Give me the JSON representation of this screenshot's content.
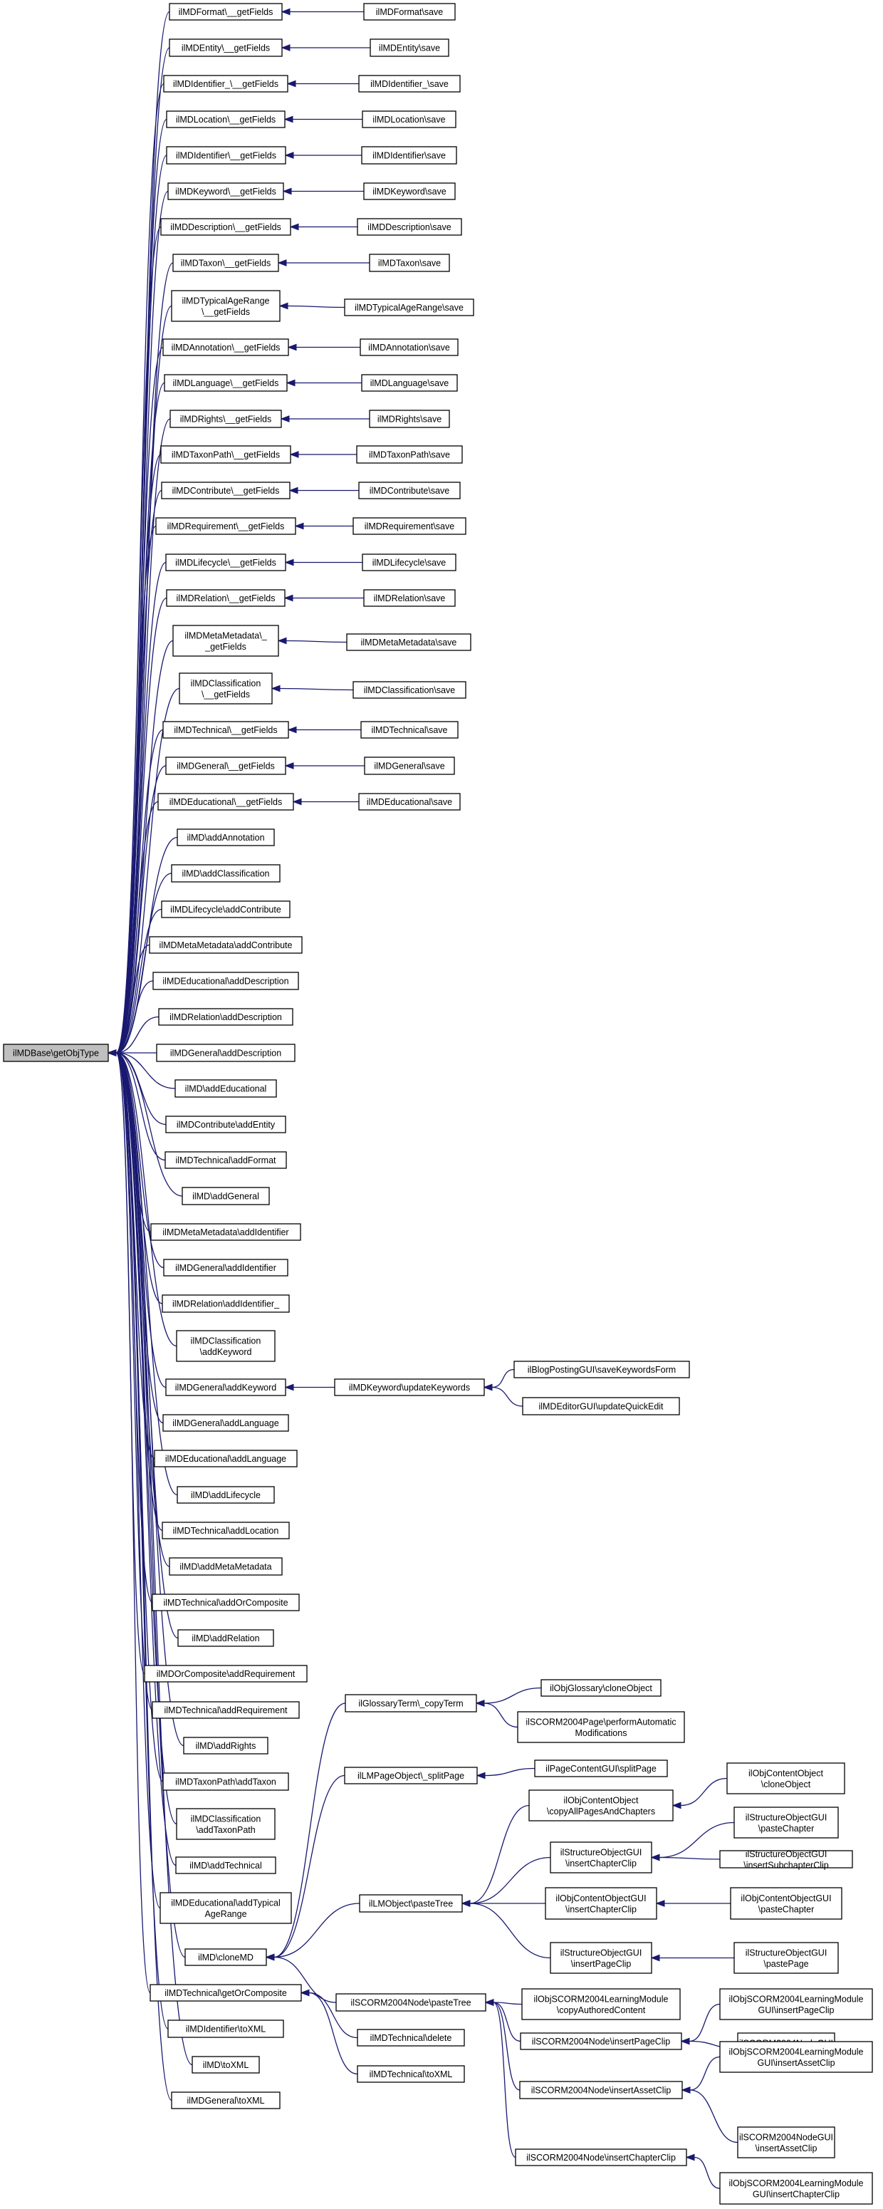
{
  "diagram": {
    "root": "base",
    "nodes": {
      "base": "ilMDBase\\getObjType",
      "fmt_gf": "ilMDFormat\\__getFields",
      "fmt_sv": "ilMDFormat\\save",
      "ent_gf": "ilMDEntity\\__getFields",
      "ent_sv": "ilMDEntity\\save",
      "idu_gf": "ilMDIdentifier_\\__getFields",
      "idu_sv": "ilMDIdentifier_\\save",
      "loc_gf": "ilMDLocation\\__getFields",
      "loc_sv": "ilMDLocation\\save",
      "idf_gf": "ilMDIdentifier\\__getFields",
      "idf_sv": "ilMDIdentifier\\save",
      "kw_gf": "ilMDKeyword\\__getFields",
      "kw_sv": "ilMDKeyword\\save",
      "desc_gf": "ilMDDescription\\__getFields",
      "desc_sv": "ilMDDescription\\save",
      "tax_gf": "ilMDTaxon\\__getFields",
      "tax_sv": "ilMDTaxon\\save",
      "tar_gf": [
        "ilMDTypicalAgeRange",
        "\\__getFields"
      ],
      "tar_sv": "ilMDTypicalAgeRange\\save",
      "ann_gf": "ilMDAnnotation\\__getFields",
      "ann_sv": "ilMDAnnotation\\save",
      "lang_gf": "ilMDLanguage\\__getFields",
      "lang_sv": "ilMDLanguage\\save",
      "rig_gf": "ilMDRights\\__getFields",
      "rig_sv": "ilMDRights\\save",
      "tp_gf": "ilMDTaxonPath\\__getFields",
      "tp_sv": "ilMDTaxonPath\\save",
      "con_gf": "ilMDContribute\\__getFields",
      "con_sv": "ilMDContribute\\save",
      "req_gf": "ilMDRequirement\\__getFields",
      "req_sv": "ilMDRequirement\\save",
      "lc_gf": "ilMDLifecycle\\__getFields",
      "lc_sv": "ilMDLifecycle\\save",
      "rel_gf": "ilMDRelation\\__getFields",
      "rel_sv": "ilMDRelation\\save",
      "mm_gf": [
        "ilMDMetaMetadata\\_",
        "_getFields"
      ],
      "mm_sv": "ilMDMetaMetadata\\save",
      "cls_gf": [
        "ilMDClassification",
        "\\__getFields"
      ],
      "cls_sv": "ilMDClassification\\save",
      "tech_gf": "ilMDTechnical\\__getFields",
      "tech_sv": "ilMDTechnical\\save",
      "gen_gf": "ilMDGeneral\\__getFields",
      "gen_sv": "ilMDGeneral\\save",
      "edu_gf": "ilMDEducational\\__getFields",
      "edu_sv": "ilMDEducational\\save",
      "md_addAnn": "ilMD\\addAnnotation",
      "md_addCls": "ilMD\\addClassification",
      "lc_addCon": "ilMDLifecycle\\addContribute",
      "mm_addCon": "ilMDMetaMetadata\\addContribute",
      "edu_addDesc": "ilMDEducational\\addDescription",
      "rel_addDesc": "ilMDRelation\\addDescription",
      "gen_addDesc": "ilMDGeneral\\addDescription",
      "md_addEdu": "ilMD\\addEducational",
      "con_addEnt": "ilMDContribute\\addEntity",
      "tech_addFmt": "ilMDTechnical\\addFormat",
      "md_addGen": "ilMD\\addGeneral",
      "mm_addIdf": "ilMDMetaMetadata\\addIdentifier",
      "gen_addIdf": "ilMDGeneral\\addIdentifier",
      "rel_addIdu": "ilMDRelation\\addIdentifier_",
      "cls_addKw": [
        "ilMDClassification",
        "\\addKeyword"
      ],
      "gen_addKw": "ilMDGeneral\\addKeyword",
      "kw_upd": "ilMDKeyword\\updateKeywords",
      "blog_save": "ilBlogPostingGUI\\saveKeywordsForm",
      "editor_upd": "ilMDEditorGUI\\updateQuickEdit",
      "gen_addLang": "ilMDGeneral\\addLanguage",
      "edu_addLang": "ilMDEducational\\addLanguage",
      "md_addLc": "ilMD\\addLifecycle",
      "tech_addLoc": "ilMDTechnical\\addLocation",
      "md_addMm": "ilMD\\addMetaMetadata",
      "tech_addOrC": "ilMDTechnical\\addOrComposite",
      "md_addRel": "ilMD\\addRelation",
      "orc_addReq": "ilMDOrComposite\\addRequirement",
      "tech_addReq": "ilMDTechnical\\addRequirement",
      "md_addRig": "ilMD\\addRights",
      "tp_addTax": "ilMDTaxonPath\\addTaxon",
      "cls_addTp": [
        "ilMDClassification",
        "\\addTaxonPath"
      ],
      "md_addTech": "ilMD\\addTechnical",
      "edu_addTar": [
        "ilMDEducational\\addTypical",
        "AgeRange"
      ],
      "md_clone": "ilMD\\cloneMD",
      "tech_getOrC": "ilMDTechnical\\getOrComposite",
      "idf_toXML": "ilMDIdentifier\\toXML",
      "md_toXML": "ilMD\\toXML",
      "gen_toXML": "ilMDGeneral\\toXML",
      "gt_copy": "ilGlossaryTerm\\_copyTerm",
      "gl_clone": "ilObjGlossary\\cloneObject",
      "s4p_perf": [
        "ilSCORM2004Page\\performAutomatic",
        "Modifications"
      ],
      "lmpo_split": "ilLMPageObject\\_splitPage",
      "pcg_split": "ilPageContentGUI\\splitPage",
      "oco_copy": [
        "ilObjContentObject",
        "\\copyAllPagesAndChapters"
      ],
      "oco_clone": [
        "ilObjContentObject",
        "\\cloneObject"
      ],
      "lmo_paste": "ilLMObject\\pasteTree",
      "sog_icc1": [
        "ilStructureObjectGUI",
        "\\insertChapterClip"
      ],
      "sog_pc": [
        "ilStructureObjectGUI",
        "\\pasteChapter"
      ],
      "sog_isc": [
        "ilStructureObjectGUI",
        "\\insertSubchapterClip"
      ],
      "ocog_icc": [
        "ilObjContentObjectGUI",
        "\\insertChapterClip"
      ],
      "ocog_pc": [
        "ilObjContentObjectGUI",
        "\\pasteChapter"
      ],
      "sog_ipc": [
        "ilStructureObjectGUI",
        "\\insertPageClip"
      ],
      "sog_pp": [
        "ilStructureObjectGUI",
        "\\pastePage"
      ],
      "s4n_paste": "ilSCORM2004Node\\pasteTree",
      "tech_del": "ilMDTechnical\\delete",
      "tech_toXML": "ilMDTechnical\\toXML",
      "oslm_copy": [
        "ilObjSCORM2004LearningModule",
        "\\copyAuthoredContent"
      ],
      "s4n_ipc": "ilSCORM2004Node\\insertPageClip",
      "oslmg_ipc": [
        "ilObjSCORM2004LearningModule",
        "GUI\\insertPageClip"
      ],
      "s4ng_ipc": [
        "ilSCORM2004NodeGUI",
        "\\insertPageClip"
      ],
      "s4n_iac": "ilSCORM2004Node\\insertAssetClip",
      "oslmg_iac": [
        "ilObjSCORM2004LearningModule",
        "GUI\\insertAssetClip"
      ],
      "s4ng_iac": [
        "ilSCORM2004NodeGUI",
        "\\insertAssetClip"
      ],
      "s4n_icc": "ilSCORM2004Node\\insertChapterClip",
      "oslmg_icc": [
        "ilObjSCORM2004LearningModule",
        "GUI\\insertChapterClip"
      ]
    },
    "edges": [
      [
        "fmt_gf",
        "base"
      ],
      [
        "ent_gf",
        "base"
      ],
      [
        "idu_gf",
        "base"
      ],
      [
        "loc_gf",
        "base"
      ],
      [
        "idf_gf",
        "base"
      ],
      [
        "kw_gf",
        "base"
      ],
      [
        "desc_gf",
        "base"
      ],
      [
        "tax_gf",
        "base"
      ],
      [
        "tar_gf",
        "base"
      ],
      [
        "ann_gf",
        "base"
      ],
      [
        "lang_gf",
        "base"
      ],
      [
        "rig_gf",
        "base"
      ],
      [
        "tp_gf",
        "base"
      ],
      [
        "con_gf",
        "base"
      ],
      [
        "req_gf",
        "base"
      ],
      [
        "lc_gf",
        "base"
      ],
      [
        "rel_gf",
        "base"
      ],
      [
        "mm_gf",
        "base"
      ],
      [
        "cls_gf",
        "base"
      ],
      [
        "tech_gf",
        "base"
      ],
      [
        "gen_gf",
        "base"
      ],
      [
        "edu_gf",
        "base"
      ],
      [
        "md_addAnn",
        "base"
      ],
      [
        "md_addCls",
        "base"
      ],
      [
        "lc_addCon",
        "base"
      ],
      [
        "mm_addCon",
        "base"
      ],
      [
        "edu_addDesc",
        "base"
      ],
      [
        "rel_addDesc",
        "base"
      ],
      [
        "gen_addDesc",
        "base"
      ],
      [
        "md_addEdu",
        "base"
      ],
      [
        "con_addEnt",
        "base"
      ],
      [
        "tech_addFmt",
        "base"
      ],
      [
        "md_addGen",
        "base"
      ],
      [
        "mm_addIdf",
        "base"
      ],
      [
        "gen_addIdf",
        "base"
      ],
      [
        "rel_addIdu",
        "base"
      ],
      [
        "cls_addKw",
        "base"
      ],
      [
        "gen_addKw",
        "base"
      ],
      [
        "gen_addLang",
        "base"
      ],
      [
        "edu_addLang",
        "base"
      ],
      [
        "md_addLc",
        "base"
      ],
      [
        "tech_addLoc",
        "base"
      ],
      [
        "md_addMm",
        "base"
      ],
      [
        "tech_addOrC",
        "base"
      ],
      [
        "md_addRel",
        "base"
      ],
      [
        "orc_addReq",
        "base"
      ],
      [
        "tech_addReq",
        "base"
      ],
      [
        "md_addRig",
        "base"
      ],
      [
        "tp_addTax",
        "base"
      ],
      [
        "cls_addTp",
        "base"
      ],
      [
        "md_addTech",
        "base"
      ],
      [
        "edu_addTar",
        "base"
      ],
      [
        "md_clone",
        "base"
      ],
      [
        "tech_getOrC",
        "base"
      ],
      [
        "idf_toXML",
        "base"
      ],
      [
        "md_toXML",
        "base"
      ],
      [
        "gen_toXML",
        "base"
      ],
      [
        "fmt_sv",
        "fmt_gf"
      ],
      [
        "ent_sv",
        "ent_gf"
      ],
      [
        "idu_sv",
        "idu_gf"
      ],
      [
        "loc_sv",
        "loc_gf"
      ],
      [
        "idf_sv",
        "idf_gf"
      ],
      [
        "kw_sv",
        "kw_gf"
      ],
      [
        "desc_sv",
        "desc_gf"
      ],
      [
        "tax_sv",
        "tax_gf"
      ],
      [
        "tar_sv",
        "tar_gf"
      ],
      [
        "ann_sv",
        "ann_gf"
      ],
      [
        "lang_sv",
        "lang_gf"
      ],
      [
        "rig_sv",
        "rig_gf"
      ],
      [
        "tp_sv",
        "tp_gf"
      ],
      [
        "con_sv",
        "con_gf"
      ],
      [
        "req_sv",
        "req_gf"
      ],
      [
        "lc_sv",
        "lc_gf"
      ],
      [
        "rel_sv",
        "rel_gf"
      ],
      [
        "mm_sv",
        "mm_gf"
      ],
      [
        "cls_sv",
        "cls_gf"
      ],
      [
        "tech_sv",
        "tech_gf"
      ],
      [
        "gen_sv",
        "gen_gf"
      ],
      [
        "edu_sv",
        "edu_gf"
      ],
      [
        "kw_upd",
        "gen_addKw"
      ],
      [
        "blog_save",
        "kw_upd"
      ],
      [
        "editor_upd",
        "kw_upd"
      ],
      [
        "gt_copy",
        "md_clone"
      ],
      [
        "lmpo_split",
        "md_clone"
      ],
      [
        "lmo_paste",
        "md_clone"
      ],
      [
        "s4n_paste",
        "md_clone"
      ],
      [
        "tech_del",
        "tech_getOrC"
      ],
      [
        "tech_toXML",
        "tech_getOrC"
      ],
      [
        "gl_clone",
        "gt_copy"
      ],
      [
        "s4p_perf",
        "gt_copy"
      ],
      [
        "pcg_split",
        "lmpo_split"
      ],
      [
        "oco_copy",
        "lmo_paste"
      ],
      [
        "sog_icc1",
        "lmo_paste"
      ],
      [
        "ocog_icc",
        "lmo_paste"
      ],
      [
        "sog_ipc",
        "lmo_paste"
      ],
      [
        "oco_clone",
        "oco_copy"
      ],
      [
        "sog_pc",
        "sog_icc1"
      ],
      [
        "sog_isc",
        "sog_icc1"
      ],
      [
        "ocog_pc",
        "ocog_icc"
      ],
      [
        "sog_pp",
        "sog_ipc"
      ],
      [
        "oslm_copy",
        "s4n_paste"
      ],
      [
        "s4n_ipc",
        "s4n_paste"
      ],
      [
        "s4n_iac",
        "s4n_paste"
      ],
      [
        "s4n_icc",
        "s4n_paste"
      ],
      [
        "oslmg_ipc",
        "s4n_ipc"
      ],
      [
        "s4ng_ipc",
        "s4n_ipc"
      ],
      [
        "oslmg_iac",
        "s4n_iac"
      ],
      [
        "s4ng_iac",
        "s4n_iac"
      ],
      [
        "oslmg_icc",
        "s4n_icc"
      ]
    ]
  }
}
